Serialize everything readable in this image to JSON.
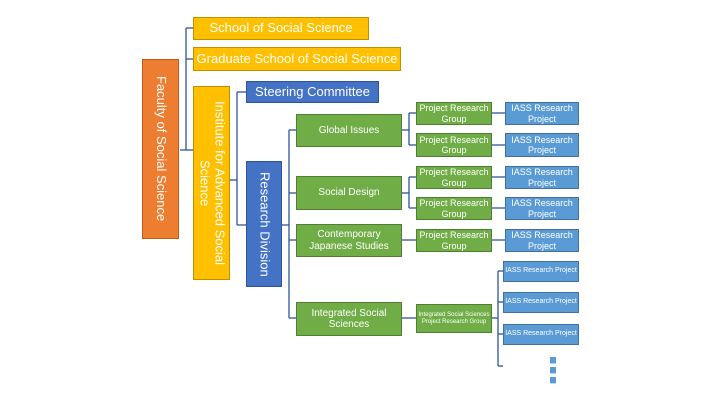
{
  "faculty": "Faculty of Social Science",
  "school": "School of Social Science",
  "graduate_school": "Graduate School of Social Science",
  "institute": "Institute for Advanced Social Science",
  "steering_committee": "Steering Committee",
  "research_division": "Research Division",
  "groups": [
    {
      "name": "Global Issues",
      "rows": [
        {
          "prg": "Project Research Group",
          "iass": "IASS Research Project"
        },
        {
          "prg": "Project Research Group",
          "iass": "IASS Research Project"
        }
      ]
    },
    {
      "name": "Social Design",
      "rows": [
        {
          "prg": "Project Research Group",
          "iass": "IASS Research Project"
        },
        {
          "prg": "Project Research Group",
          "iass": "IASS Research Project"
        }
      ]
    },
    {
      "name": "Contemporary Japanese Studies",
      "rows": [
        {
          "prg": "Project Research Group",
          "iass": "IASS Research Project"
        }
      ]
    },
    {
      "name": "Integrated Social Sciences",
      "rows": [
        {
          "prg": "Integrated Social Sciences Project Research Group",
          "iass": "IASS Research Project"
        }
      ]
    }
  ],
  "integrated_projects": [
    "IASS Research Project",
    "IASS Research Project",
    "IASS Research Project"
  ],
  "ellipsis": "⋮",
  "colors": {
    "faculty": "#ed7d31",
    "school": "#ffc000",
    "committee": "#4472c4",
    "research_group": "#70ad47",
    "project": "#5b9bd5",
    "connector": "#2f5597"
  }
}
